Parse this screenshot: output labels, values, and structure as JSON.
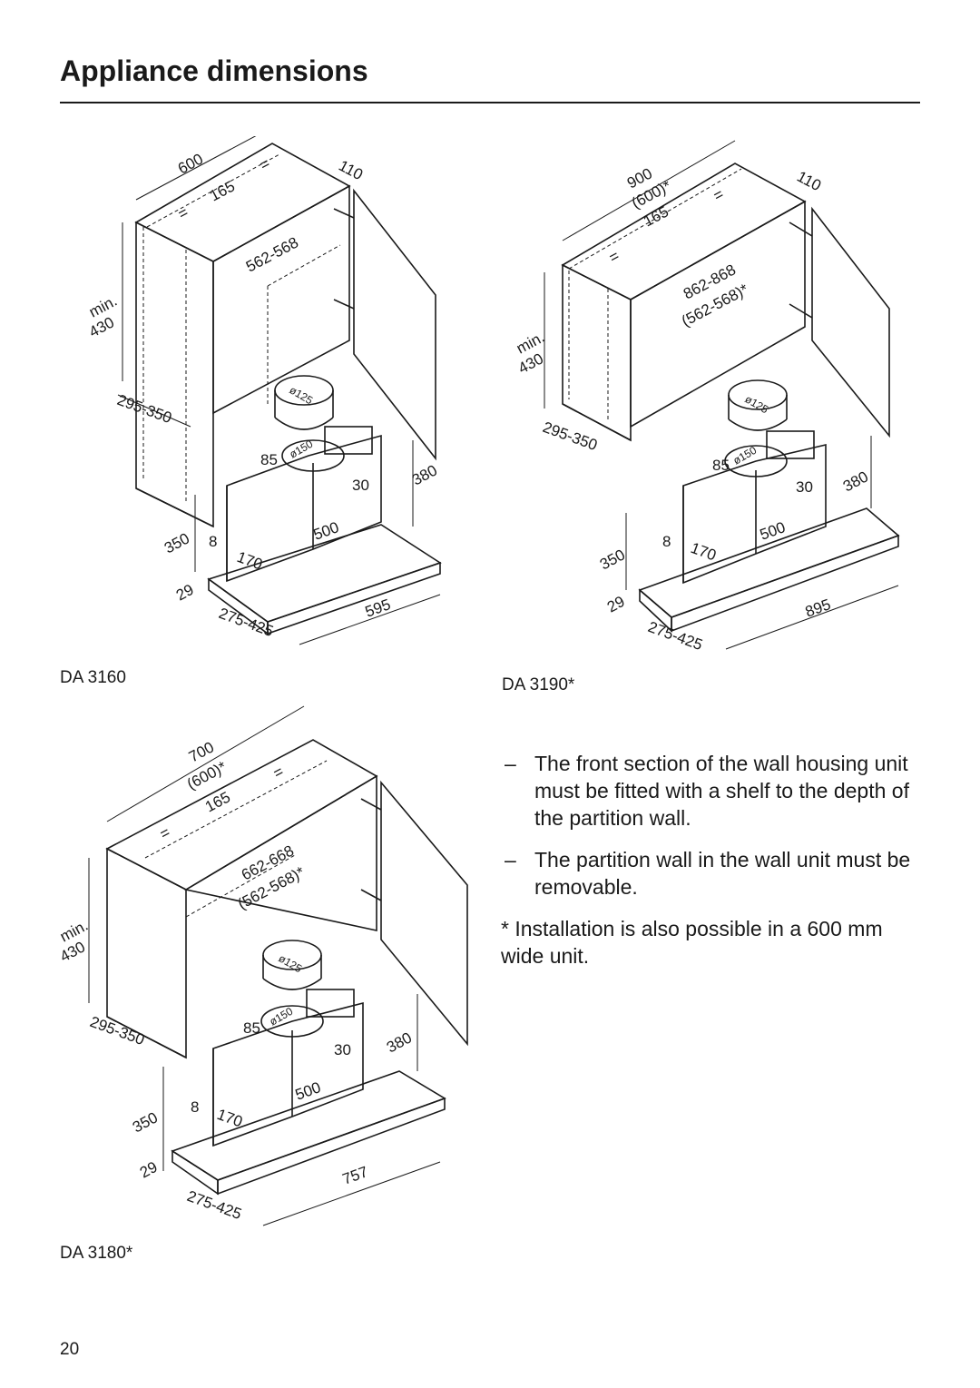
{
  "title": "Appliance dimensions",
  "diagrams": [
    {
      "caption": "DA 3160",
      "labels": {
        "width": "600",
        "width_alt": "",
        "eq": "=",
        "offset": "165",
        "gap": "110",
        "inner": "562-568",
        "inner_alt": "",
        "min_word": "min.",
        "min_val": "430",
        "depth": "295-350",
        "dia_top": "ø125",
        "dia_mid": "ø150",
        "d85": "85",
        "d30": "30",
        "d380": "380",
        "d500": "500",
        "d350": "350",
        "d8": "8",
        "d170": "170",
        "d29": "29",
        "hood_w": "595",
        "hood_d": "275-425"
      }
    },
    {
      "caption": "DA 3190*",
      "labels": {
        "width": "900",
        "width_alt": "(600)*",
        "eq": "=",
        "offset": "165",
        "gap": "110",
        "inner": "862-868",
        "inner_alt": "(562-568)*",
        "min_word": "min.",
        "min_val": "430",
        "depth": "295-350",
        "dia_top": "ø125",
        "dia_mid": "ø150",
        "d85": "85",
        "d30": "30",
        "d380": "380",
        "d500": "500",
        "d350": "350",
        "d8": "8",
        "d170": "170",
        "d29": "29",
        "hood_w": "895",
        "hood_d": "275-425"
      }
    },
    {
      "caption": "DA 3180*",
      "labels": {
        "width": "700",
        "width_alt": "(600)*",
        "eq": "=",
        "offset": "165",
        "gap": "",
        "inner": "662-668",
        "inner_alt": "(562-568)*",
        "min_word": "min.",
        "min_val": "430",
        "depth": "295-350",
        "dia_top": "ø125",
        "dia_mid": "ø150",
        "d85": "85",
        "d30": "30",
        "d380": "380",
        "d500": "500",
        "d350": "350",
        "d8": "8",
        "d170": "170",
        "d29": "29",
        "hood_w": "757",
        "hood_d": "275-425"
      }
    }
  ],
  "notes": {
    "dash": "–",
    "items": [
      "The front section of the wall housing unit must be fitted with a shelf to the depth of the partition wall.",
      "The partition wall in the wall unit must be removable."
    ],
    "footnote": "* Installation is also possible in a 600 mm wide unit."
  },
  "page_number": "20"
}
